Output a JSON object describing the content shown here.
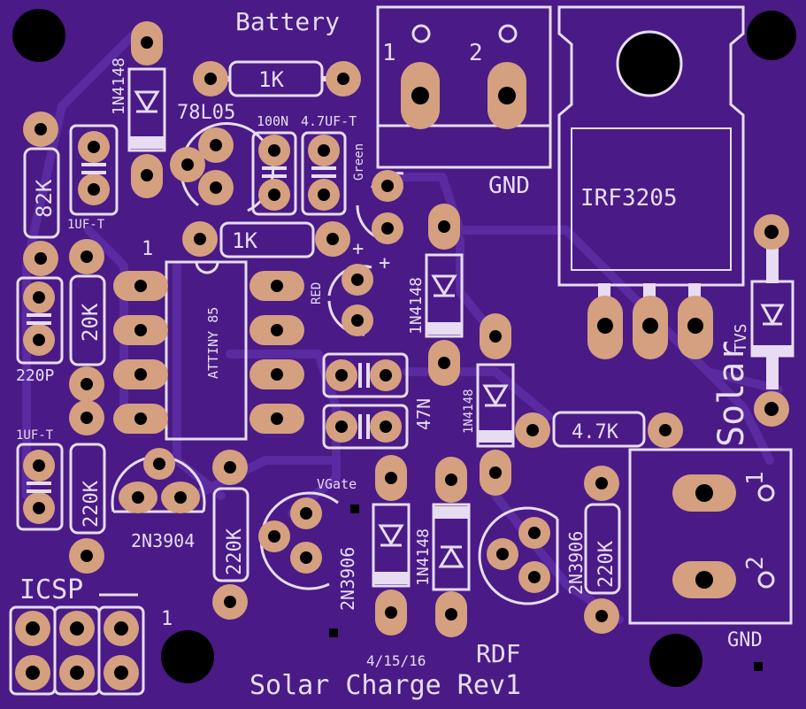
{
  "board": {
    "title": "Solar Charge Rev1",
    "author": "RDF",
    "date": "4/15/16",
    "header_label": "ICSP",
    "pin_one_mark": "1",
    "vgate_label": "VGate"
  },
  "connectors": {
    "battery": {
      "label": "Battery",
      "pin1": "1",
      "pin2": "2",
      "ground": "GND"
    },
    "solar": {
      "label": "Solar",
      "pin1": "1",
      "pin2": "2",
      "ground": "GND"
    }
  },
  "mosfet": {
    "label": "IRF3205"
  },
  "diodes": {
    "d1": "1N4148",
    "d2": "1N4148",
    "d3": "1N4148",
    "d4": "1N4148",
    "tvs": "TVS"
  },
  "resistors": {
    "r_top": "1K",
    "r_mid": "1K",
    "r_82k": "82K",
    "r_20k": "20K",
    "r_220k_a": "220K",
    "r_220k_b": "220K",
    "r_220k_c": "220K",
    "r_4k7": "4.7K"
  },
  "capacitors": {
    "c_1uf_top": "1UF-T",
    "c_1uf_bot": "1UF-T",
    "c_220p": "220P",
    "c_100n": "100N",
    "c_4u7": "4.7UF-T",
    "c_47n": "47N"
  },
  "chips": {
    "mcu": "ATTINY 85",
    "regulator": "78L05"
  },
  "transistors": {
    "q1": "2N3904",
    "q2": "2N3906",
    "q3": "2N3906"
  },
  "leds": {
    "green": "Green",
    "red": "RED",
    "plus_a": "+",
    "plus_b": "+"
  }
}
